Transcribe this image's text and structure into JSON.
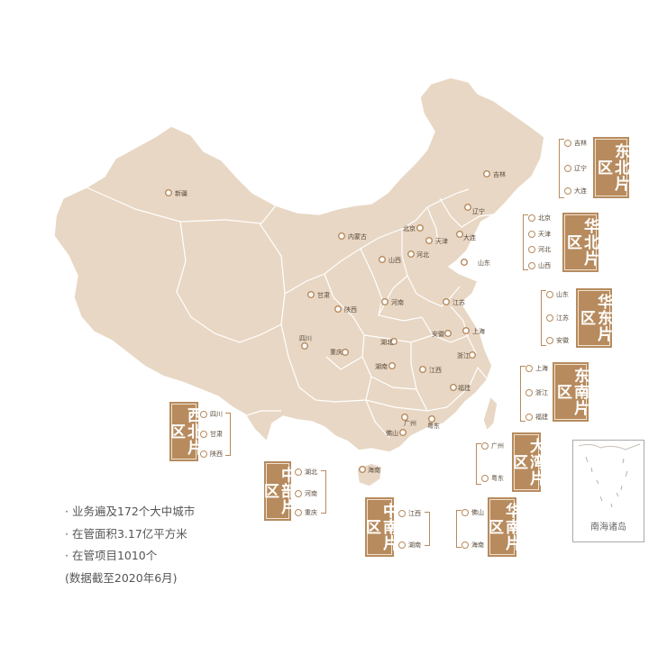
{
  "map": {
    "land_color": "#e8d7c4",
    "border_color": "#ffffff",
    "accent": "#b78b5e",
    "cities": [
      {
        "id": "xinjiang",
        "label": "新疆"
      },
      {
        "id": "neimenggu",
        "label": "内蒙古"
      },
      {
        "id": "jilin",
        "label": "吉林"
      },
      {
        "id": "liaoning",
        "label": "辽宁"
      },
      {
        "id": "beijing",
        "label": "北京"
      },
      {
        "id": "tianjin",
        "label": "天津"
      },
      {
        "id": "dalian",
        "label": "大连"
      },
      {
        "id": "hebei",
        "label": "河北"
      },
      {
        "id": "shanxi",
        "label": "山西"
      },
      {
        "id": "shandong",
        "label": "山东"
      },
      {
        "id": "gansu",
        "label": "甘肃"
      },
      {
        "id": "shaanxi",
        "label": "陕西"
      },
      {
        "id": "henan",
        "label": "河南"
      },
      {
        "id": "jiangsu",
        "label": "江苏"
      },
      {
        "id": "sichuan",
        "label": "四川"
      },
      {
        "id": "chongqing",
        "label": "重庆"
      },
      {
        "id": "hubei",
        "label": "湖北"
      },
      {
        "id": "anhui",
        "label": "安徽"
      },
      {
        "id": "shanghai",
        "label": "上海"
      },
      {
        "id": "zhejiang",
        "label": "浙江"
      },
      {
        "id": "hunan",
        "label": "湖南"
      },
      {
        "id": "jiangxi",
        "label": "江西"
      },
      {
        "id": "fujian",
        "label": "福建"
      },
      {
        "id": "guangzhou",
        "label": "广州"
      },
      {
        "id": "foshan",
        "label": "佛山"
      },
      {
        "id": "dongguan",
        "label": "粤东"
      },
      {
        "id": "hainan",
        "label": "海南"
      }
    ]
  },
  "regions": [
    {
      "id": "dongbei",
      "title": "东北片区",
      "cities": [
        "吉林",
        "辽宁",
        "大连"
      ]
    },
    {
      "id": "huabei",
      "title": "华北片区",
      "cities": [
        "北京",
        "天津",
        "河北",
        "山西"
      ]
    },
    {
      "id": "huadong",
      "title": "华东片区",
      "cities": [
        "山东",
        "江苏",
        "安徽"
      ]
    },
    {
      "id": "dongnan",
      "title": "东南片区",
      "cities": [
        "上海",
        "浙江",
        "福建"
      ]
    },
    {
      "id": "dawan",
      "title": "大湾片区",
      "cities": [
        "广州",
        "粤东"
      ]
    },
    {
      "id": "xibei",
      "title": "西北片区",
      "cities": [
        "四川",
        "甘肃",
        "陕西"
      ]
    },
    {
      "id": "zhongbu",
      "title": "中部片区",
      "cities": [
        "湖北",
        "河南",
        "重庆"
      ]
    },
    {
      "id": "zhongnan",
      "title": "中南片区",
      "cities": [
        "江西",
        "湖南"
      ]
    },
    {
      "id": "huanan",
      "title": "华南片区",
      "cities": [
        "佛山",
        "海南"
      ]
    }
  ],
  "inset_label": "南海诸岛",
  "stats": [
    "· 业务遍及172个大中城市",
    "· 在管面积3.17亿平方米",
    "· 在管项目1010个",
    "(数据截至2020年6月)"
  ]
}
